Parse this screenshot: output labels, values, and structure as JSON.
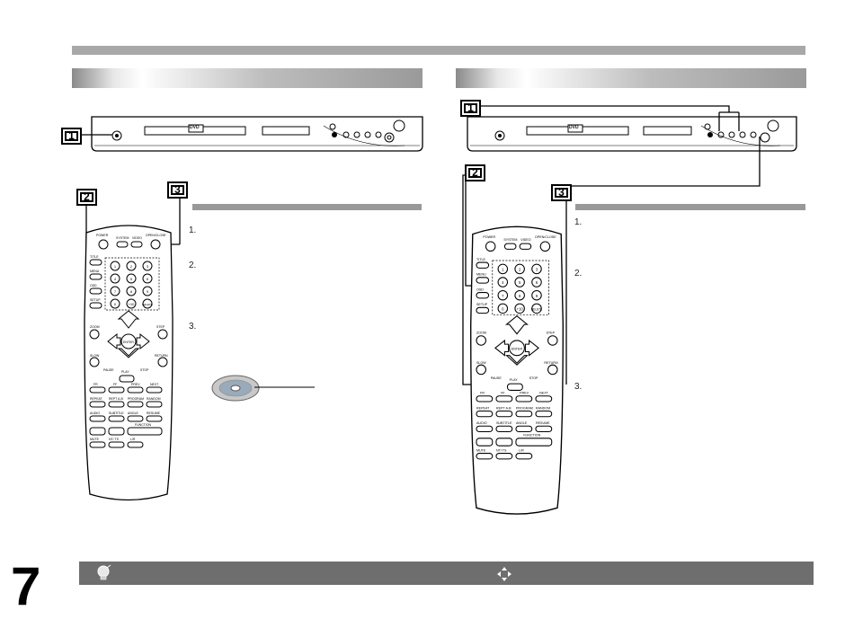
{
  "page": {
    "number": "7"
  },
  "callouts": {
    "c1": "1",
    "c2": "2",
    "c3": "3"
  },
  "left_steps": [
    "1.",
    "2.",
    "3."
  ],
  "right_steps": [
    "1.",
    "2.",
    "3."
  ],
  "player": {
    "disc_logo": "DVD"
  },
  "remote": {
    "power": "POWER",
    "system": "SYSTEM",
    "video": "VIDEO",
    "open_close": "OPEN/CLOSE",
    "title": "TITLE",
    "menu": "MENU",
    "osd": "OSD",
    "setup": "SETUP",
    "zoom": "ZOOM",
    "step": "STEP",
    "enter": "ENTER",
    "slow": "SLOW",
    "return": "RETURN",
    "pause": "PAUSE",
    "play": "PLAY",
    "stop": "STOP",
    "fr": "FR",
    "ff": "FF",
    "prev": "PREV",
    "next": "NEXT",
    "repeat": "REPEAT",
    "rept_ab": "REPT A-B",
    "program": "PROGRAM",
    "random": "RANDOM",
    "audio": "AUDIO",
    "subtitle": "SUBTITLE",
    "angle": "ANGLE",
    "resume": "RESUME",
    "function": "FUNCTION",
    "mute": "MUTE",
    "ntsc": "NT/ TS",
    "lr": "L/R",
    "digits": [
      "1",
      "2",
      "3",
      "4",
      "5",
      "6",
      "7",
      "8",
      "9",
      "0",
      "+10",
      "DELETE"
    ]
  }
}
